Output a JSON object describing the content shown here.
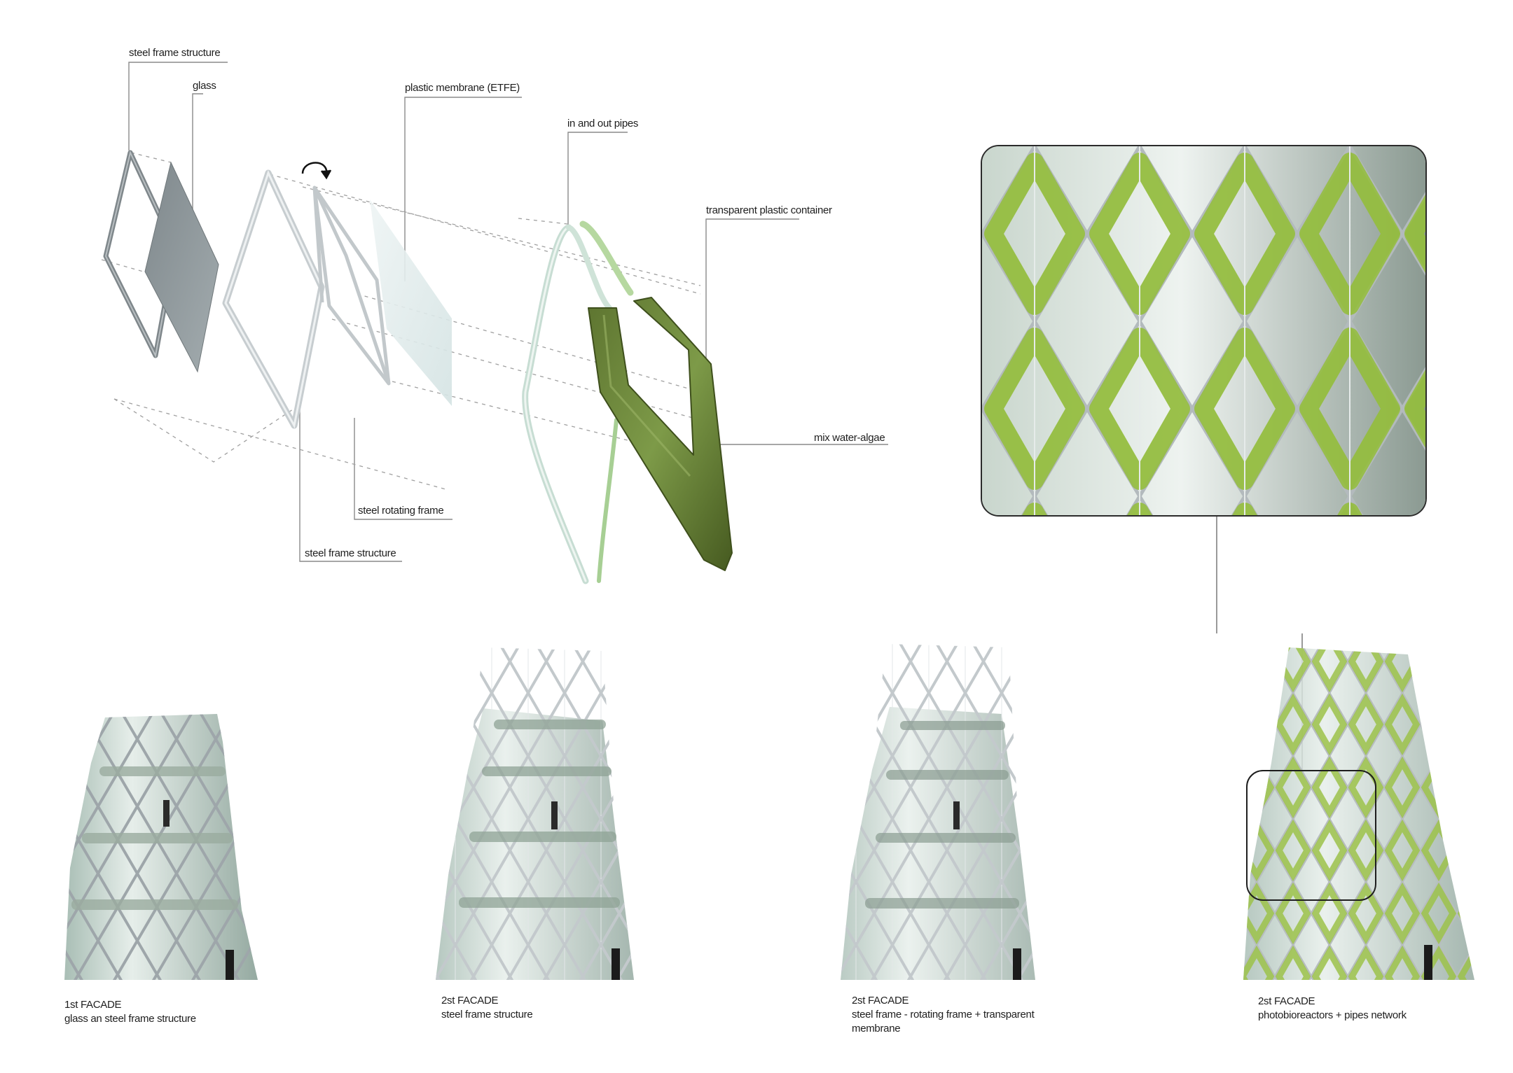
{
  "diagram": {
    "type": "architectural exploded axonometric + facade sequence",
    "colors": {
      "background": "#ffffff",
      "steel": "#c9cfd4",
      "steel_dark": "#8f979c",
      "glass_panel": "#8e979b",
      "etfe_membrane": "#dde8e8",
      "algae_container": "#6f8a3c",
      "algae_container_dark": "#4a5e24",
      "pipe_light": "#cfe3da",
      "pipe_green": "#a9cf8f",
      "bioreactor_green": "#9cc24a",
      "tower_glass": "#b7c8c0",
      "leader_line": "#8a8a8a",
      "dashed_line": "#9a9a9a",
      "inset_border": "#2b2b2b"
    },
    "exploded_labels": [
      {
        "id": "steel-frame-structure-top",
        "text": "steel frame structure"
      },
      {
        "id": "glass",
        "text": "glass"
      },
      {
        "id": "plastic-membrane",
        "text": "plastic membrane (ETFE)"
      },
      {
        "id": "in-out-pipes",
        "text": "in and out pipes"
      },
      {
        "id": "transparent-container",
        "text": "transparent plastic container"
      },
      {
        "id": "mix-water-algae",
        "text": "mix water-algae"
      },
      {
        "id": "steel-rotating-frame",
        "text": "steel rotating frame"
      },
      {
        "id": "steel-frame-structure-bottom",
        "text": "steel frame structure"
      }
    ],
    "rotation_indicator": "rotation-arrow",
    "facades": [
      {
        "title": "1st FACADE",
        "lines": [
          "glass an steel frame structure"
        ]
      },
      {
        "title": "2st FACADE",
        "lines": [
          "steel frame structure"
        ]
      },
      {
        "title": "2st FACADE",
        "lines": [
          "steel frame - rotating frame + transparent",
          "membrane"
        ]
      },
      {
        "title": "2st FACADE",
        "lines": [
          "photobioreactors + pipes network"
        ]
      }
    ],
    "detail_inset": {
      "description": "close-up of photobioreactor facade",
      "linked_to_facade_index": 3
    }
  }
}
